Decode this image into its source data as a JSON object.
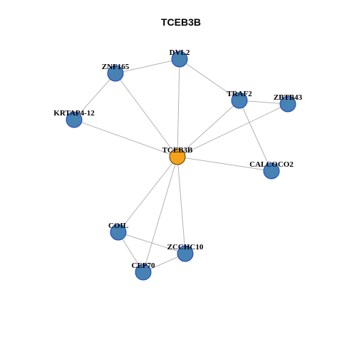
{
  "title": "TCEB3B",
  "colors": {
    "center_node": "#f4a21c",
    "node": "#4682b4",
    "node_border": "#1f3fbf",
    "edge": "#b3b3b3"
  },
  "nodes": [
    {
      "id": "TCEB3B",
      "label": "TCEB3B",
      "center": true
    },
    {
      "id": "DVL2",
      "label": "DVL2"
    },
    {
      "id": "ZNF165",
      "label": "ZNF165"
    },
    {
      "id": "TRAF2",
      "label": "TRAF2"
    },
    {
      "id": "ZBTB43",
      "label": "ZBTB43"
    },
    {
      "id": "KRTAP4-12",
      "label": "KRTAP4-12"
    },
    {
      "id": "CALCOCO2",
      "label": "CALCOCO2"
    },
    {
      "id": "COIL",
      "label": "COIL"
    },
    {
      "id": "ZCCHC10",
      "label": "ZCCHC10"
    },
    {
      "id": "CEP70",
      "label": "CEP70"
    }
  ],
  "edges": [
    [
      "ZNF165",
      "DVL2"
    ],
    [
      "DVL2",
      "TRAF2"
    ],
    [
      "DVL2",
      "TCEB3B"
    ],
    [
      "ZNF165",
      "TCEB3B"
    ],
    [
      "ZNF165",
      "KRTAP4-12"
    ],
    [
      "KRTAP4-12",
      "TCEB3B"
    ],
    [
      "TRAF2",
      "ZBTB43"
    ],
    [
      "TRAF2",
      "TCEB3B"
    ],
    [
      "TRAF2",
      "CALCOCO2"
    ],
    [
      "ZBTB43",
      "TCEB3B"
    ],
    [
      "CALCOCO2",
      "TCEB3B"
    ],
    [
      "TCEB3B",
      "COIL"
    ],
    [
      "TCEB3B",
      "ZCCHC10"
    ],
    [
      "TCEB3B",
      "CEP70"
    ],
    [
      "COIL",
      "ZCCHC10"
    ],
    [
      "COIL",
      "CEP70"
    ],
    [
      "CEP70",
      "ZCCHC10"
    ]
  ]
}
